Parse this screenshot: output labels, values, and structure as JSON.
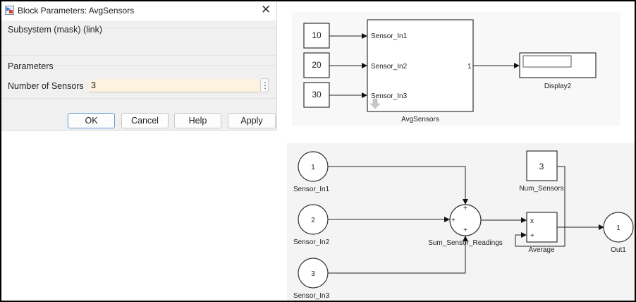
{
  "dialog": {
    "title": "Block Parameters: AvgSensors",
    "subtitle": "Subsystem (mask) (link)",
    "parameters_heading": "Parameters",
    "field_label": "Number of Sensors",
    "field_value": "3",
    "more_options": "⋮",
    "close": "✕",
    "buttons": {
      "ok": "OK",
      "cancel": "Cancel",
      "help": "Help",
      "apply": "Apply"
    }
  },
  "top_model": {
    "constants": [
      "10",
      "20",
      "30"
    ],
    "subsystem": {
      "name": "AvgSensors",
      "inports": [
        "Sensor_In1",
        "Sensor_In2",
        "Sensor_In3"
      ],
      "outport": "1"
    },
    "display": {
      "name": "Display2"
    }
  },
  "sub_model": {
    "inports": [
      {
        "number": "1",
        "name": "Sensor_In1"
      },
      {
        "number": "2",
        "name": "Sensor_In2"
      },
      {
        "number": "3",
        "name": "Sensor_In3"
      }
    ],
    "sum": {
      "name": "Sum_Sensor_Readings",
      "signs": [
        "+",
        "+",
        "+"
      ]
    },
    "constant": {
      "value": "3",
      "name": "Num_Sensors"
    },
    "product": {
      "name": "Average",
      "ports": [
        "x",
        "+"
      ]
    },
    "outport": {
      "number": "1",
      "name": "Out1"
    }
  }
}
